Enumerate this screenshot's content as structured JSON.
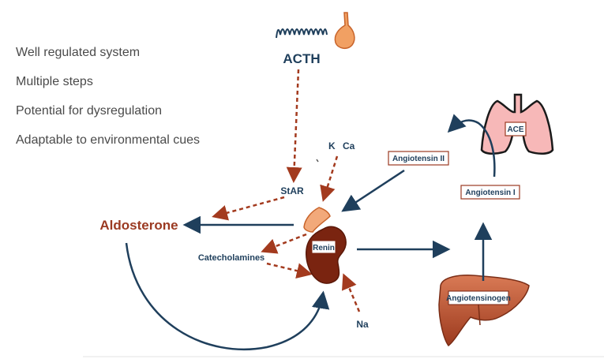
{
  "bullets": [
    "Well regulated system",
    "Multiple steps",
    "Potential for dysregulation",
    "Adaptable to environmental cues"
  ],
  "labels": {
    "acth": "ACTH",
    "k": "K",
    "ca": "Ca",
    "star": "StAR",
    "aldosterone": "Aldosterone",
    "catecholamines": "Catecholamines",
    "renin": "Renin",
    "na": "Na",
    "angiotensin_ii": "Angiotensin II",
    "ace": "ACE",
    "angiotensin_i": "Angiotensin I",
    "angiotensinogen": "Angiotensinogen"
  },
  "colors": {
    "navy": "#1f3f5c",
    "brick": "#9b3a22",
    "dashed_arrow": "#a33a1e",
    "adrenal": "#f2a97a",
    "kidney": "#7a2410",
    "liver": "#b8512f",
    "lung": "#f7b8b8",
    "pituitary": "#f1a063"
  }
}
